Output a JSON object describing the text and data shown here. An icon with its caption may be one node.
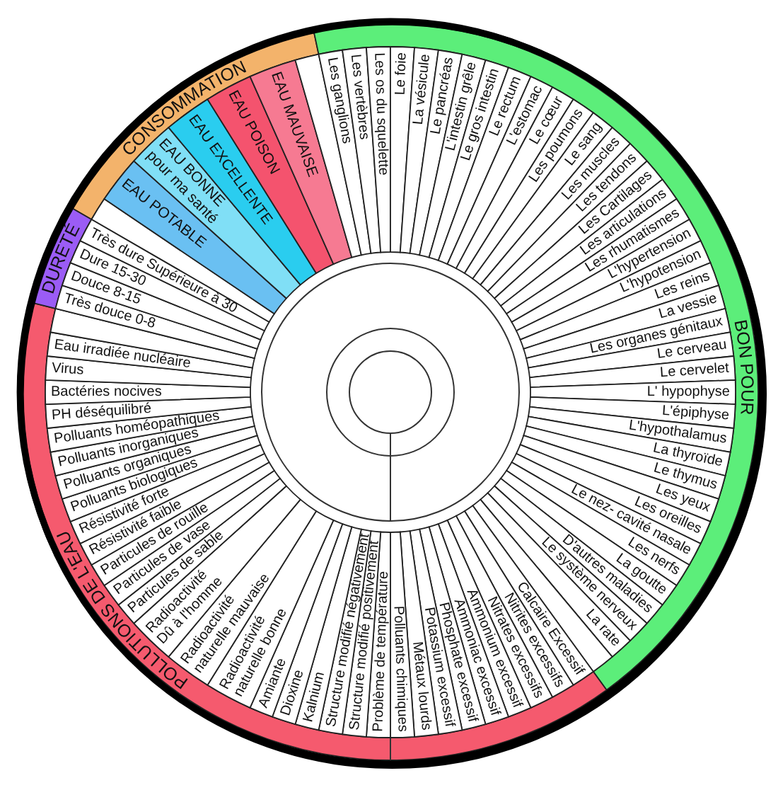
{
  "diagram": {
    "nodes": [
      {
        "text": [
          "CONSOMMATION"
        ]
      },
      {
        "text": [],
        "shape": "wedge"
      },
      {
        "text": [
          "EAU POTABLE"
        ]
      },
      {
        "text": [
          "EAU BONNE pour ma santé"
        ]
      },
      {
        "text": [
          "EAU EXCELLENTE"
        ]
      },
      {
        "text": [
          "EAU POISON"
        ]
      },
      {
        "text": [
          "EAU MAUVAISE"
        ]
      },
      {
        "text": [],
        "shape": "wedge"
      },
      {
        "text": [
          "BON POUR"
        ]
      },
      {
        "text": [
          "Les ganglions"
        ]
      },
      {
        "text": [
          "Les vertèbres"
        ]
      },
      {
        "text": [
          "Les os du squelette"
        ]
      },
      {
        "text": [
          "Le foie"
        ]
      },
      {
        "text": [
          "La vésicule"
        ]
      },
      {
        "text": [
          "Le pancréas"
        ]
      },
      {
        "text": [
          "L'intestin grêle"
        ]
      },
      {
        "text": [
          "Le gros intestin"
        ]
      },
      {
        "text": [
          "Le rectum"
        ]
      },
      {
        "text": [
          "L'estomac"
        ]
      },
      {
        "text": [
          "Le cœur"
        ]
      },
      {
        "text": [
          "Les poumons"
        ]
      },
      {
        "text": [
          "Le sang"
        ]
      },
      {
        "text": [
          "Les muscles"
        ]
      },
      {
        "text": [
          "Les tendons"
        ]
      },
      {
        "text": [
          "Les Cartilages"
        ]
      },
      {
        "text": [
          "Les articulations"
        ]
      },
      {
        "text": [
          "Les rhumatismes"
        ]
      },
      {
        "text": [
          "L'hypertension"
        ]
      },
      {
        "text": [
          "L'hypotension"
        ]
      },
      {
        "text": [
          "Les reins"
        ]
      },
      {
        "text": [
          "La vessie"
        ]
      },
      {
        "text": [
          "Les organes génitaux"
        ]
      },
      {
        "text": [
          "Le cerveau"
        ]
      },
      {
        "text": [
          "Le cervelet"
        ]
      },
      {
        "text": [
          "L' hypophyse"
        ]
      },
      {
        "text": [
          "L'épiphyse"
        ]
      },
      {
        "text": [
          "L'hypothalamus"
        ]
      },
      {
        "text": [
          "La thyroïde"
        ]
      },
      {
        "text": [
          "Le thymus"
        ]
      },
      {
        "text": [
          "Les yeux"
        ]
      },
      {
        "text": [
          "Les oreilles"
        ]
      },
      {
        "text": [
          "Le nez- cavité nasale"
        ]
      },
      {
        "text": [
          "Les nerfs"
        ]
      },
      {
        "text": [
          "La goutte"
        ]
      },
      {
        "text": [
          "D'autres maladies"
        ]
      },
      {
        "text": [
          "Le système nerveux"
        ]
      },
      {
        "text": [
          "La rate"
        ]
      },
      {
        "text": [],
        "shape": "wedge"
      },
      {
        "text": [
          "POLLUTIONS DE L'EAU"
        ]
      },
      {
        "text": [
          "Calcaire Excessif"
        ]
      },
      {
        "text": [
          "Nitrites excessifs"
        ]
      },
      {
        "text": [
          "Nitrates excessifs"
        ]
      },
      {
        "text": [
          "Ammonium excessif"
        ]
      },
      {
        "text": [
          "Ammoniac excessif"
        ]
      },
      {
        "text": [
          "Phosphate excessif"
        ]
      },
      {
        "text": [
          "Potassium excessif"
        ]
      },
      {
        "text": [
          "Métaux lourds"
        ]
      },
      {
        "text": [
          "Polluants chimiques"
        ]
      },
      {
        "text": [
          "Problème de température"
        ]
      },
      {
        "text": [
          "Structure modifié positivement"
        ]
      },
      {
        "text": [
          "Structure modifié négativement"
        ]
      },
      {
        "text": [
          "Kalnium"
        ]
      },
      {
        "text": [
          "Dioxine"
        ]
      },
      {
        "text": [
          "Amiante"
        ]
      },
      {
        "text": [
          "Radioactivité naturelle bonne"
        ]
      },
      {
        "text": [
          "Radioactivité naturelle mauvaise"
        ]
      },
      {
        "text": [
          "Radioactivité Dû à l'homme"
        ]
      },
      {
        "text": [
          "Particules de sable"
        ]
      },
      {
        "text": [
          "Particules de vase"
        ]
      },
      {
        "text": [
          "Particules de rouille"
        ]
      },
      {
        "text": [
          "Résistivité faible"
        ]
      },
      {
        "text": [
          "Résistivité forte"
        ]
      },
      {
        "text": [
          "Polluants biologiques"
        ]
      },
      {
        "text": [
          "Polluants organiques"
        ]
      },
      {
        "text": [
          "Polluants inorganiques"
        ]
      },
      {
        "text": [
          "Polluants homéopathiques"
        ]
      },
      {
        "text": [
          "PH déséquilibré"
        ]
      },
      {
        "text": [
          "Bactéries nocives"
        ]
      },
      {
        "text": [
          "Virus"
        ]
      },
      {
        "text": [
          "Eau irradiée nucléaire"
        ]
      },
      {
        "text": [],
        "shape": "wedge"
      },
      {
        "text": [
          "DURETÉ"
        ]
      },
      {
        "text": [
          "Très douce 0-8"
        ]
      },
      {
        "text": [
          "Douce 8-15"
        ]
      },
      {
        "text": [
          "Dure 15-30"
        ]
      },
      {
        "text": [
          "Très dure Supérieure à 30"
        ]
      }
    ]
  }
}
